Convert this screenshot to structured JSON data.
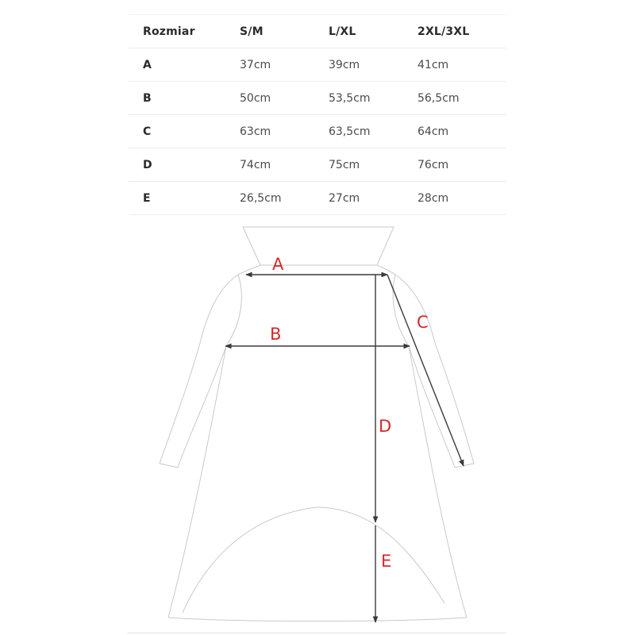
{
  "size_table": {
    "headers": [
      "Rozmiar",
      "S/M",
      "L/XL",
      "2XL/3XL"
    ],
    "rows": [
      [
        "A",
        "37cm",
        "39cm",
        "41cm"
      ],
      [
        "B",
        "50cm",
        "53,5cm",
        "56,5cm"
      ],
      [
        "C",
        "63cm",
        "63,5cm",
        "64cm"
      ],
      [
        "D",
        "74cm",
        "75cm",
        "76cm"
      ],
      [
        "E",
        "26,5cm",
        "27cm",
        "28cm"
      ]
    ]
  },
  "diagram": {
    "labels": {
      "a": "A",
      "b": "B",
      "c": "C",
      "d": "D",
      "e": "E"
    },
    "label_color": "#d32a2a",
    "outline_color": "#c9c9c9",
    "measure_color": "#3a3a3a"
  }
}
